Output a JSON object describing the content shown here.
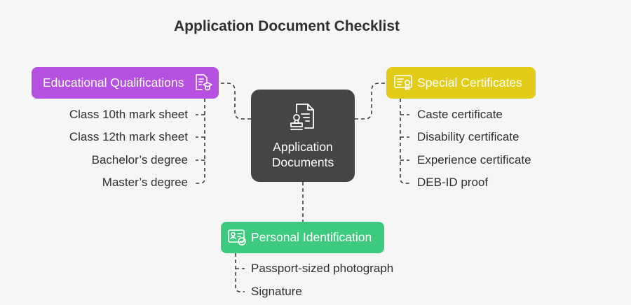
{
  "title": "Application Document Checklist",
  "center": {
    "line1": "Application",
    "line2": "Documents",
    "icon": "document-stamp-icon"
  },
  "branches": {
    "educational": {
      "label": "Educational Qualifications",
      "color": "#b650e0",
      "icon": "graduate-document-icon",
      "items": [
        "Class 10th mark sheet",
        "Class 12th mark sheet",
        "Bachelor’s degree",
        "Master’s degree"
      ]
    },
    "special": {
      "label": "Special Certificates",
      "color": "#e2cc17",
      "icon": "certificate-icon",
      "items": [
        "Caste certificate",
        "Disability certificate",
        "Experience certificate",
        "DEB-ID proof"
      ]
    },
    "personal": {
      "label": "Personal Identification",
      "color": "#3dc97e",
      "icon": "id-card-check-icon",
      "items": [
        "Passport-sized photograph",
        "Signature"
      ]
    }
  }
}
